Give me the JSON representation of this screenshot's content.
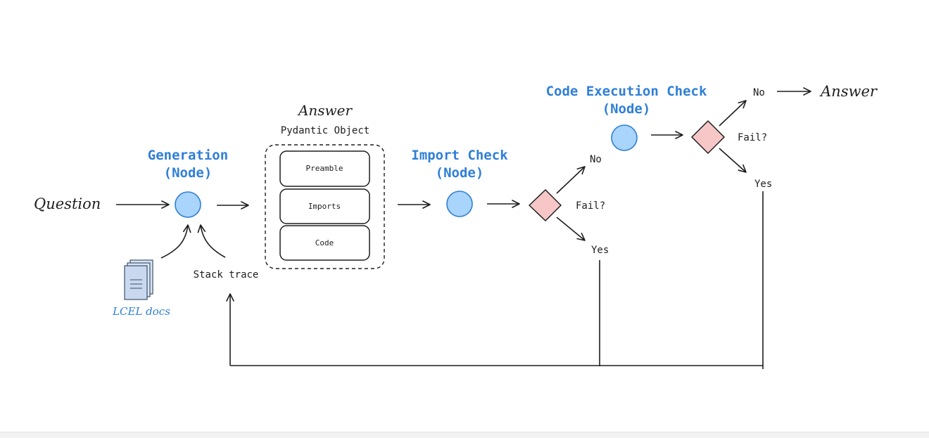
{
  "colors": {
    "node_fill": "#a9d4fb",
    "node_stroke": "#2f7fd6",
    "decision_fill": "#f7c6c6",
    "decision_stroke": "#1e1e1e",
    "title_blue": "#2f7fd6",
    "line": "#1e1e1e"
  },
  "inputs": {
    "question": "Question",
    "docs_label": "LCEL docs",
    "stack_trace": "Stack trace"
  },
  "generation": {
    "title": "Generation",
    "subtitle": "(Node)"
  },
  "answer_object": {
    "title": "Answer",
    "subtitle": "Pydantic Object",
    "fields": [
      "Preamble",
      "Imports",
      "Code"
    ]
  },
  "import_check": {
    "title": "Import Check",
    "subtitle": "(Node)",
    "decision": "Fail?",
    "no_label": "No",
    "yes_label": "Yes"
  },
  "code_check": {
    "title": "Code Execution Check",
    "subtitle": "(Node)",
    "decision": "Fail?",
    "no_label": "No",
    "yes_label": "Yes"
  },
  "final_answer": "Answer",
  "icons": {
    "document": "document-stack-icon"
  }
}
